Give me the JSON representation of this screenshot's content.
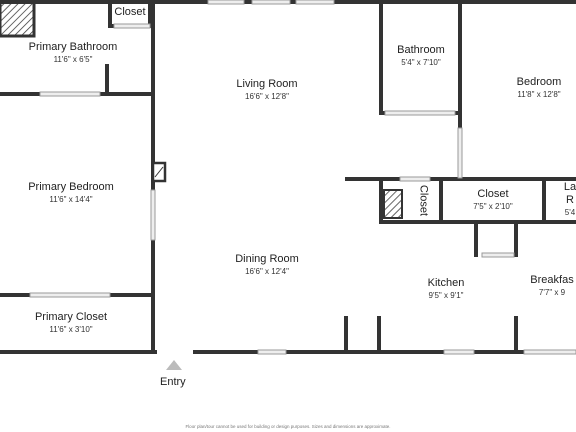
{
  "rooms": [
    {
      "id": "closet_top",
      "name": "Closet",
      "dims": ""
    },
    {
      "id": "primary_bathroom",
      "name": "Primary Bathroom",
      "dims": "11'6\" x 6'5\""
    },
    {
      "id": "living_room",
      "name": "Living Room",
      "dims": "16'6\" x 12'8\""
    },
    {
      "id": "bathroom",
      "name": "Bathroom",
      "dims": "5'4\" x 7'10\""
    },
    {
      "id": "bedroom",
      "name": "Bedroom",
      "dims": "11'8\" x 12'8\""
    },
    {
      "id": "primary_bedroom",
      "name": "Primary Bedroom",
      "dims": "11'6\" x 14'4\""
    },
    {
      "id": "closet_vertical",
      "name": "Closet",
      "dims": ""
    },
    {
      "id": "closet_mid",
      "name": "Closet",
      "dims": "7'5\" x 2'10\""
    },
    {
      "id": "laundry_partial",
      "name": "La",
      "name2": "R",
      "dims": "5'4"
    },
    {
      "id": "dining_room",
      "name": "Dining Room",
      "dims": "16'6\" x 12'4\""
    },
    {
      "id": "kitchen",
      "name": "Kitchen",
      "dims": "9'5\" x 9'1\""
    },
    {
      "id": "breakfast",
      "name": "Breakfas",
      "dims": "7'7\" x 9"
    },
    {
      "id": "primary_closet",
      "name": "Primary Closet",
      "dims": "11'6\" x 3'10\""
    }
  ],
  "entry_label": "Entry",
  "disclaimer": "Floor plan/tour cannot be used for building or design purposes. Sizes and dimensions are approximate.",
  "colors": {
    "wall": "#333333",
    "window": "#bbbbbb",
    "background": "#ffffff"
  }
}
